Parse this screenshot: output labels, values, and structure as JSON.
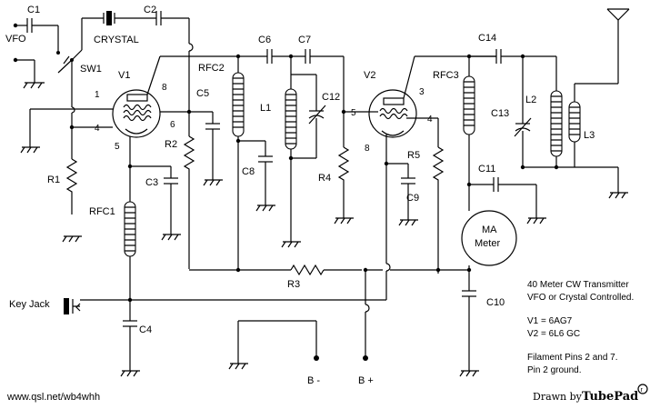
{
  "labels": {
    "c1": "C1",
    "c2": "C2",
    "vfo": "VFO",
    "crystal": "CRYSTAL",
    "sw1": "SW1",
    "v1": "V1",
    "v2": "V2",
    "rfc2": "RFC2",
    "rfc3": "RFC3",
    "rfc1": "RFC1",
    "c5": "C5",
    "c6": "C6",
    "c7": "C7",
    "c8": "C8",
    "c3": "C3",
    "c4": "C4",
    "c9": "C9",
    "c10": "C10",
    "c11": "C11",
    "c12": "C12",
    "c13": "C13",
    "c14": "C14",
    "l1": "L1",
    "l2": "L2",
    "l3": "L3",
    "r1": "R1",
    "r2": "R2",
    "r3": "R3",
    "r4": "R4",
    "r5": "R5",
    "key_jack": "Key Jack",
    "b_minus": "B -",
    "b_plus": "B +",
    "meter_line1": "MA",
    "meter_line2": "Meter"
  },
  "pins": {
    "v1_p1": "1",
    "v1_p4": "4",
    "v1_p5": "5",
    "v1_p6": "6",
    "v1_p8": "8",
    "v2_p3": "3",
    "v2_p4": "4",
    "v2_p5": "5",
    "v2_p8": "8"
  },
  "notes": {
    "title_line1": "40 Meter CW Transmitter",
    "title_line2": "VFO or Crystal Controlled.",
    "tube_v1": "V1 = 6AG7",
    "tube_v2": "V2 = 6L6 GC",
    "filament_line1": "Filament Pins 2 and 7.",
    "filament_line2": "Pin 2 ground."
  },
  "footer": {
    "website": "www.qsl.net/wb4whh",
    "drawn_by": "Drawn by",
    "tool": "TubePad",
    "registered": "r"
  }
}
